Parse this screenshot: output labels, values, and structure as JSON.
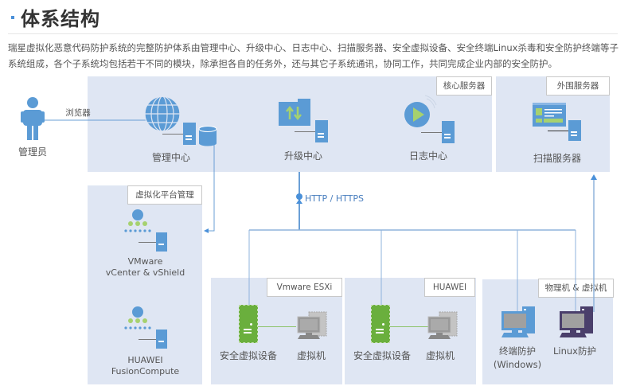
{
  "header": {
    "title": "体系结构",
    "description": "瑞星虚拟化恶意代码防护系统的完整防护体系由管理中心、升级中心、日志中心、扫描服务器、安全虚拟设备、安全终端Linux杀毒和安全防护终端等子系统组成，各个子系统均包括若干不同的模块，除承担各自的任务外，还与其它子系统通讯，协同工作，共同完成企业内部的安全防护。"
  },
  "diagram": {
    "admin": {
      "label": "管理员",
      "link_label": "浏览器"
    },
    "core": {
      "tag": "核心服务器",
      "nodes": [
        {
          "label": "管理中心",
          "icon": "globe-icon"
        },
        {
          "label": "升级中心",
          "icon": "update-folder-icon"
        },
        {
          "label": "日志中心",
          "icon": "log-play-icon"
        }
      ]
    },
    "external": {
      "tag": "外围服务器",
      "node_label": "扫描服务器"
    },
    "protocol": "HTTP / HTTPS",
    "virt_mgmt": {
      "tag": "虚拟化平台管理",
      "nodes": [
        {
          "line1": "VMware",
          "line2": "vCenter & vShield"
        },
        {
          "line1": "HUAWEI",
          "line2": "FusionCompute"
        }
      ]
    },
    "esxi": {
      "tag": "Vmware ESXi",
      "appliance": "安全虚拟设备",
      "vm": "虚拟机"
    },
    "huawei": {
      "tag": "HUAWEI",
      "appliance": "安全虚拟设备",
      "vm": "虚拟机"
    },
    "physical": {
      "tag": "物理机 & 虚拟机",
      "windows_line1": "终端防护",
      "windows_line2": "(Windows)",
      "linux": "Linux防护"
    },
    "colors": {
      "panel": "#dfe6f3",
      "accent_blue": "#4a90d9",
      "server_blue": "#5b9bd5",
      "appliance_green": "#6aaf3d",
      "linux_purple": "#4a3f6b",
      "line": "#8fb3dc"
    }
  }
}
